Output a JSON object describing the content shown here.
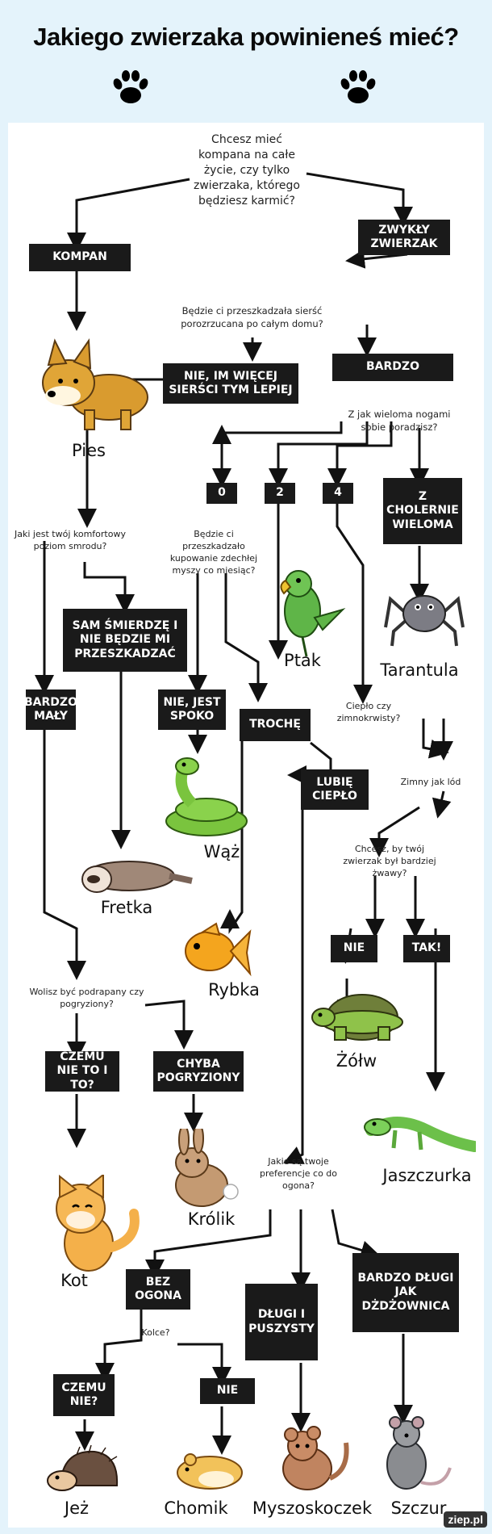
{
  "title": "Jakiego zwierzaka powinieneś mieć?",
  "questions": {
    "q1": "Chcesz mieć kompana na całe życie, czy tylko zwierzaka, którego będziesz karmić?",
    "q2": "Będzie ci przeszkadzała sierść porozrzucana po całym domu?",
    "q3": "Z jak wieloma nogami sobie poradzisz?",
    "q4": "Jaki jest twój komfortowy poziom smrodu?",
    "q5": "Będzie ci przeszkadzało kupowanie zdechłej myszy co miesiąc?",
    "q6": "Ciepło czy zimnokrwisty?",
    "q7": "Zimny jak lód",
    "q8": "Chcesz, by twój zwierzak był bardziej żwawy?",
    "q9": "Wolisz być podrapany czy pogryziony?",
    "q10": "Jakie są twoje preferencje co do ogona?",
    "q11": "Kolce?"
  },
  "answers": {
    "kompan": "KOMPAN",
    "zwykly": "ZWYKŁY ZWIERZAK",
    "bardzo": "BARDZO",
    "nie_im": "NIE, IM WIĘCEJ SIERŚCI TYM LEPIEJ",
    "n0": "0",
    "n2": "2",
    "n4": "4",
    "cholernie": "Z CHOLERNIE WIELOMA",
    "sam": "SAM ŚMIERDZĘ I NIE BĘDZIE MI PRZESZKADZAĆ",
    "bardzo_maly": "BARDZO MAŁY",
    "nie_jest": "NIE, JEST SPOKO",
    "troche": "TROCHĘ",
    "lubie": "LUBIĘ CIEPŁO",
    "nie": "NIE",
    "tak": "TAK!",
    "czemu_nie_toito": "CZEMU NIE TO I TO?",
    "chyba": "CHYBA POGRYZIONY",
    "bez": "BEZ OGONA",
    "dlugi": "DŁUGI I PUSZYSTY",
    "bardzo_dlugi": "BARDZO DŁUGI JAK DŻDŻOWNICA",
    "czemu_nie": "CZEMU NIE?",
    "nie2": "NIE"
  },
  "results": {
    "pies": "Pies",
    "ptak": "Ptak",
    "tarantula": "Tarantula",
    "waz": "Wąż",
    "fretka": "Fretka",
    "rybka": "Rybka",
    "zolw": "Żółw",
    "jaszczurka": "Jaszczurka",
    "kot": "Kot",
    "krolik": "Królik",
    "jez": "Jeż",
    "chomik": "Chomik",
    "myszoskoczek": "Myszoskoczek",
    "szczur": "Szczur"
  },
  "watermark": "ziep.pl",
  "colors": {
    "page_bg": "#e4f3fb",
    "panel": "#ffffff",
    "box": "#1a1a1a",
    "line": "#111111"
  }
}
